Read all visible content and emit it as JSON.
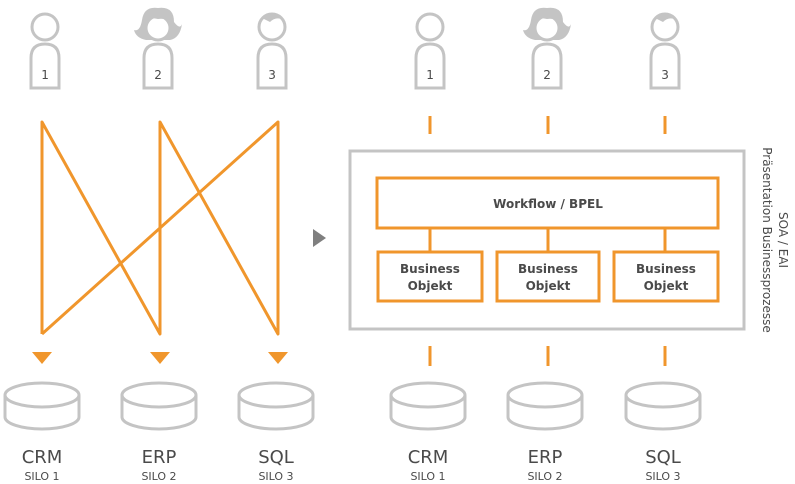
{
  "users": [
    {
      "number": "1",
      "icon": "male-user-icon"
    },
    {
      "number": "2",
      "icon": "female-user-icon"
    },
    {
      "number": "3",
      "icon": "male-user-icon"
    }
  ],
  "silos": [
    {
      "name": "CRM",
      "label": "SILO 1"
    },
    {
      "name": "ERP",
      "label": "SILO 2"
    },
    {
      "name": "SQL",
      "label": "SILO 3"
    }
  ],
  "soa": {
    "workflow_label": "Workflow / BPEL",
    "business_object_line1": "Business",
    "business_object_line2": "Objekt",
    "side_label_line1": "SOA / EAI",
    "side_label_line2": "Präsentation Businessprozesse"
  },
  "colors": {
    "accent": "#F0962C",
    "gray": "#C4C4C4",
    "text": "#4A4A4A"
  }
}
